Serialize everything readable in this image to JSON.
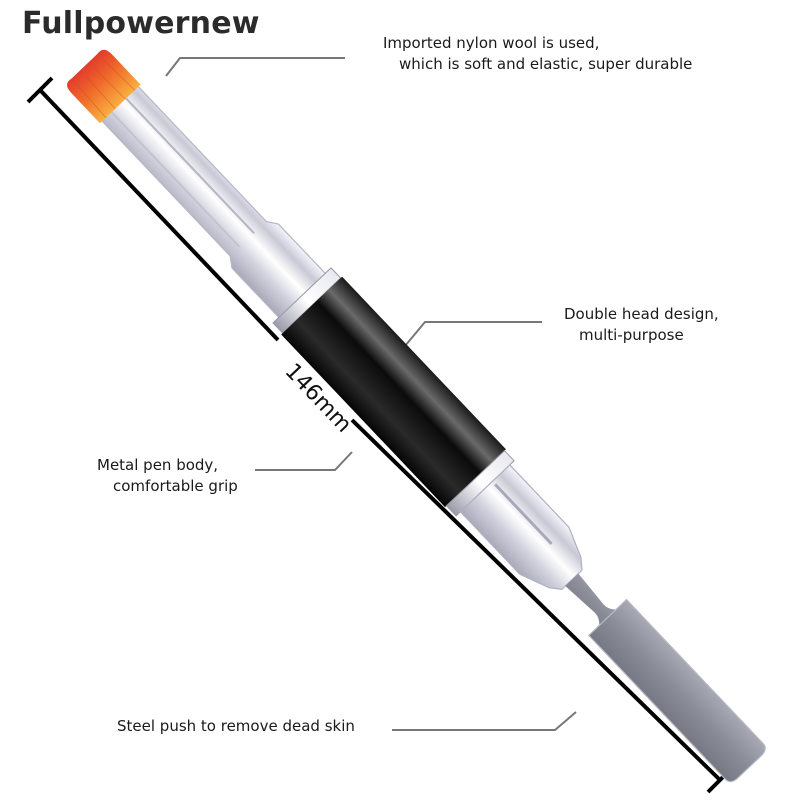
{
  "brand": "Fullpowernew",
  "dimension": {
    "label": "146mm"
  },
  "callouts": [
    {
      "line1": "Imported nylon wool is used,",
      "line2": "which is soft and elastic, super durable"
    },
    {
      "line1": "Double head design,",
      "line2": "multi-purpose"
    },
    {
      "line1": "Metal pen body,",
      "line2": "comfortable grip"
    },
    {
      "line1": "Steel push to remove dead skin"
    }
  ],
  "colors": {
    "brush_orange": "#f08a2a",
    "brush_red": "#e0462e",
    "barrel_black": "#111111",
    "leader_gray": "#777777",
    "steel": "#8d8f9b"
  }
}
